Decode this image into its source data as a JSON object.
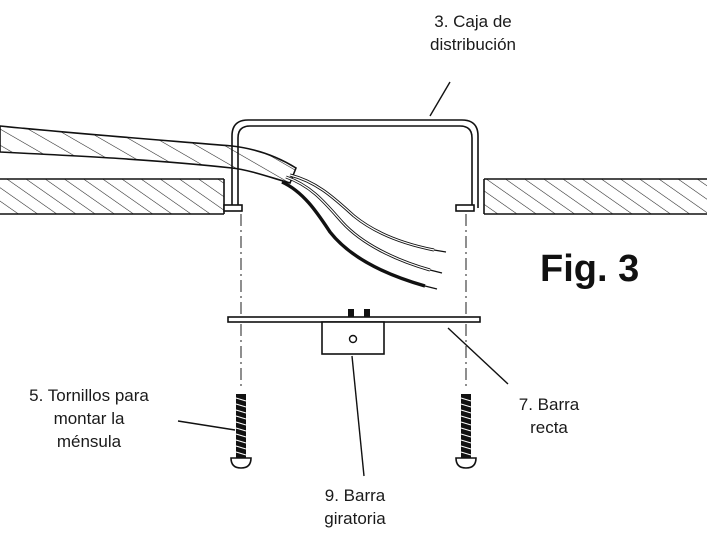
{
  "figure_label": "Fig. 3",
  "labels": {
    "junction_box": [
      "3. Caja de",
      "distribución"
    ],
    "mount_screws": [
      "5. Tornillos para",
      "montar la",
      "ménsula"
    ],
    "straight_bar": [
      "7. Barra",
      "recta"
    ],
    "swivel_bar": [
      "9. Barra",
      "giratoria"
    ]
  }
}
